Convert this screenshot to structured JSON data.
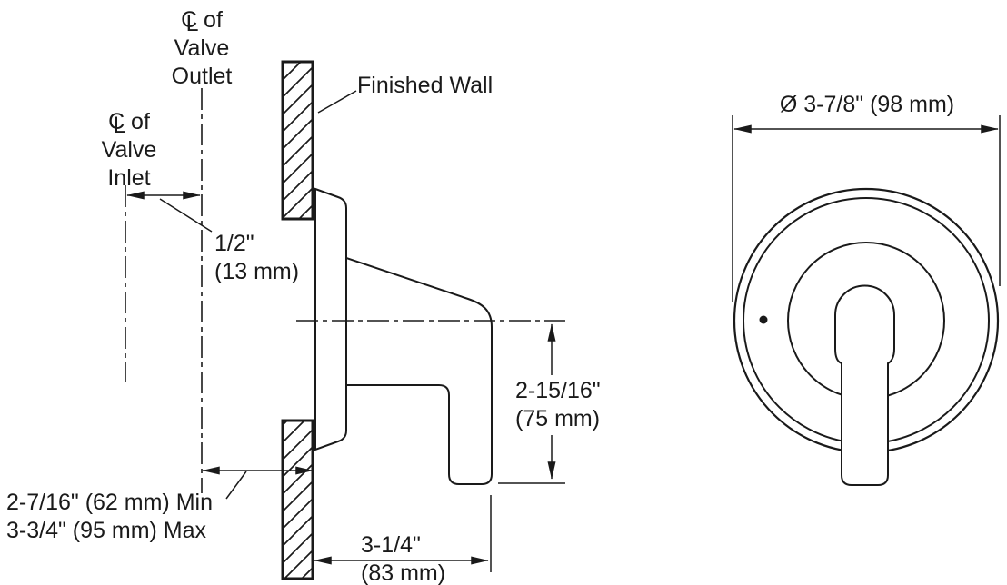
{
  "title": "Valve trim rough-in dimension drawing",
  "colors": {
    "line": "#1a1a1a",
    "background": "#ffffff"
  },
  "labels": {
    "cl_outlet": {
      "c": "C",
      "l": "L",
      "of": "of",
      "line2": "Valve",
      "line3": "Outlet"
    },
    "cl_inlet": {
      "c": "C",
      "l": "L",
      "of": "of",
      "line2": "Valve",
      "line3": "Inlet"
    },
    "finished_wall": "Finished Wall"
  },
  "dimensions": {
    "inlet_outlet_offset": {
      "inches": "1/2\"",
      "metric": "(13 mm)"
    },
    "wall_depth": {
      "min": "2-7/16\" (62 mm) Min",
      "max": "3-3/4\" (95 mm) Max"
    },
    "handle_projection": {
      "inches": "3-1/4\"",
      "metric": "(83 mm)"
    },
    "handle_drop": {
      "inches": "2-15/16\"",
      "metric": "(75 mm)"
    },
    "escutcheon_diameter": "Ø 3-7/8\" (98 mm)"
  }
}
